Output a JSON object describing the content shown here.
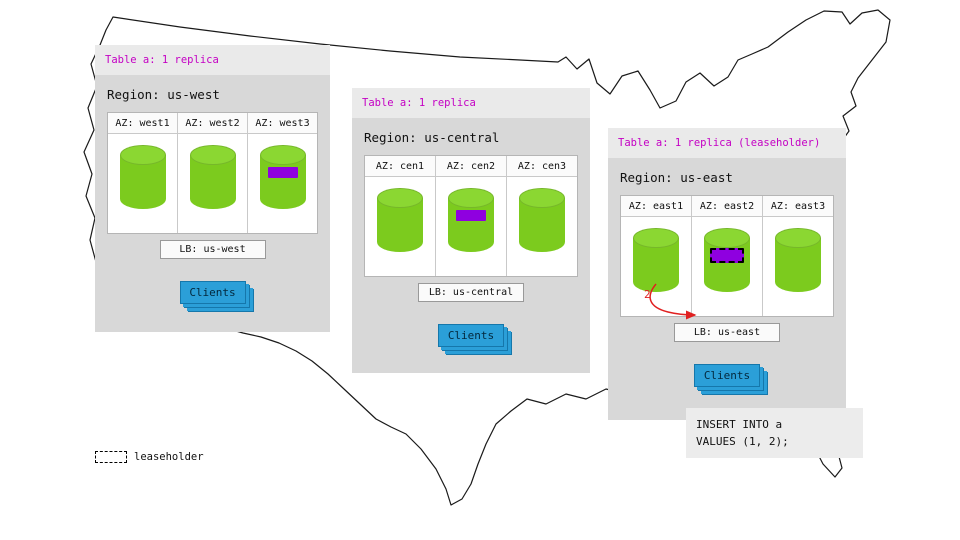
{
  "colors": {
    "title_accent": "#c400c4",
    "replica_purple": "#8f00e0",
    "cylinder_green": "#7ccb1e",
    "clients_blue": "#2b9fd8",
    "arrow_red": "#e02020"
  },
  "regions": [
    {
      "title": "Table a: 1 replica",
      "region": "Region: us-west",
      "azs": [
        "AZ: west1",
        "AZ: west2",
        "AZ: west3"
      ],
      "replica_az": "west3",
      "lb": "LB: us-west",
      "clients": "Clients"
    },
    {
      "title": "Table a: 1 replica",
      "region": "Region: us-central",
      "azs": [
        "AZ: cen1",
        "AZ: cen2",
        "AZ: cen3"
      ],
      "replica_az": "cen2",
      "lb": "LB: us-central",
      "clients": "Clients"
    },
    {
      "title": "Table a: 1 replica (leaseholder)",
      "region": "Region: us-east",
      "azs": [
        "AZ: east1",
        "AZ: east2",
        "AZ: east3"
      ],
      "replica_az": "east2",
      "lb": "LB: us-east",
      "clients": "Clients"
    }
  ],
  "annotation": {
    "step": "2"
  },
  "sql_box": {
    "line1": "INSERT INTO a",
    "line2": "VALUES (1, 2);"
  },
  "legend": {
    "label": "leaseholder"
  }
}
